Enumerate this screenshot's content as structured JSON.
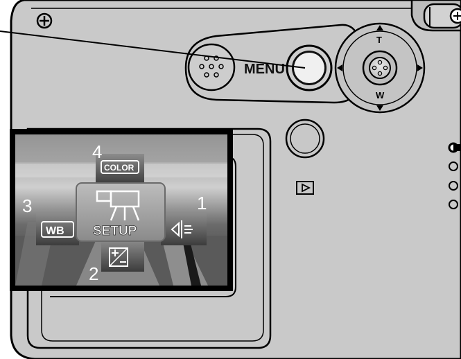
{
  "camera": {
    "menu_button_label": "MENU",
    "zoom_tele_label": "T",
    "zoom_wide_label": "W",
    "colors": {
      "body": "#c8c8c8",
      "lcd_frame": "#000000",
      "button_dark": "#1a1a1a"
    }
  },
  "lcd_menu": {
    "center_label": "SETUP",
    "top_icon_label": "COLOR",
    "left_icon_label": "WB",
    "top_number": "4",
    "left_number": "3",
    "right_number": "1",
    "bottom_number": "2"
  },
  "icons": {
    "tripod": "crosshair-icon",
    "playback": "playback-icon",
    "setup": "video-camera-icon",
    "exposure": "exposure-compensation-icon",
    "flash": "flash-mode-icon"
  }
}
